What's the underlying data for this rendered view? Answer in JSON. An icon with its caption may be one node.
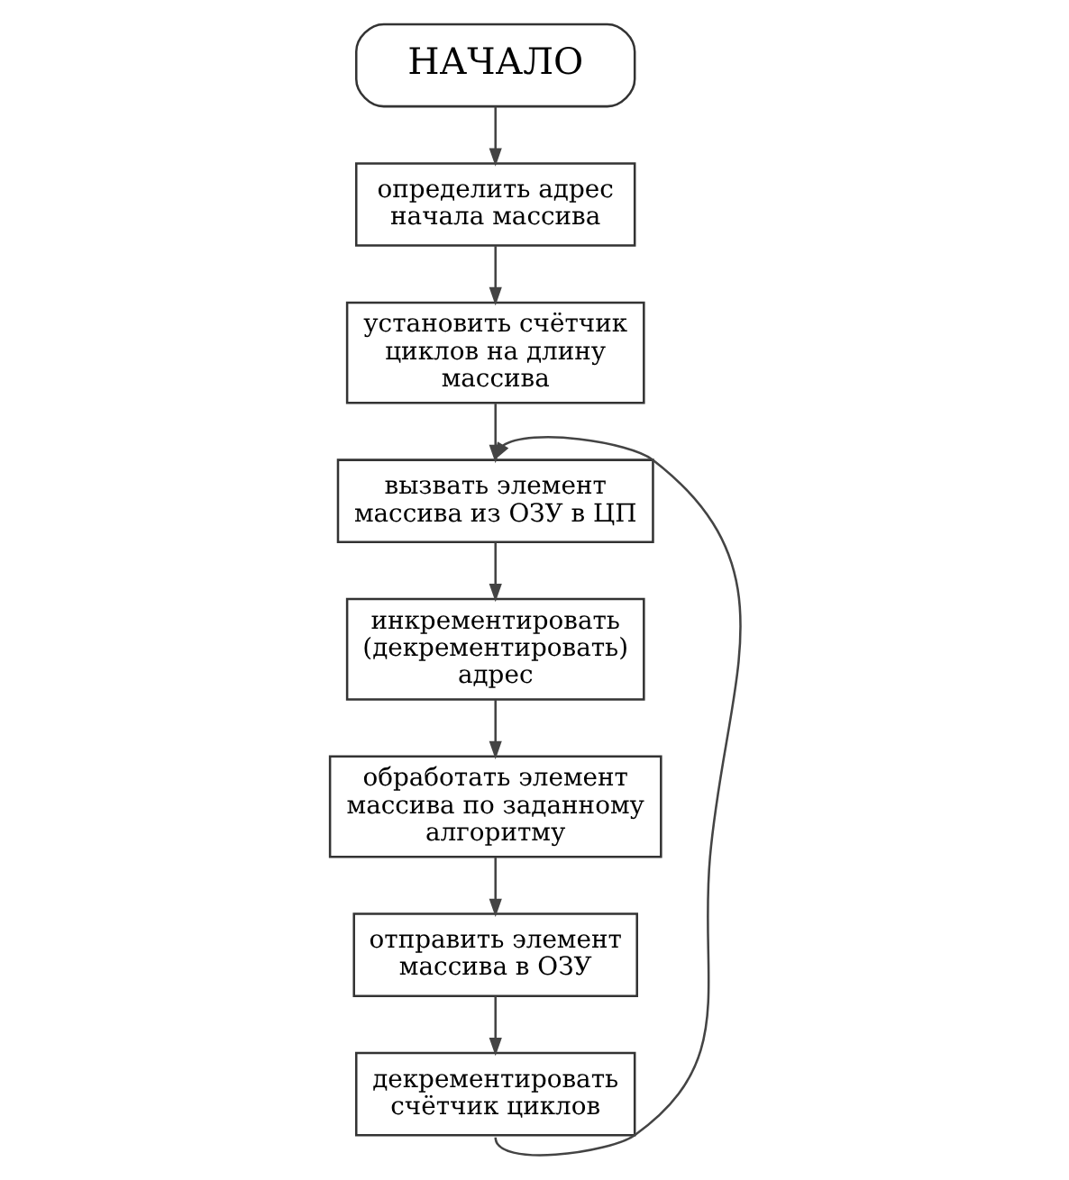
{
  "diagram": {
    "nodes": [
      {
        "text": [
          "НАЧАЛО"
        ]
      },
      {
        "text": [
          "определить адрес начала массива"
        ]
      },
      {
        "text": [
          "установить счётчик циклов на длину массива"
        ]
      },
      {
        "text": [
          "вызвать элемент массива из ОЗУ в ЦП"
        ]
      },
      {
        "text": [
          "инкрементировать (декрементировать) адрес"
        ]
      },
      {
        "text": [
          "обработать элемент массива по заданному алгоритму"
        ]
      },
      {
        "text": [
          "отправить элемент массива в ОЗУ"
        ]
      },
      {
        "text": [
          "декрементировать счётчик циклов"
        ]
      }
    ],
    "edges": [
      {
        "from": 0,
        "to": 1,
        "arrow": "to"
      },
      {
        "from": 1,
        "to": 2,
        "arrow": "to"
      },
      {
        "from": 2,
        "to": 3,
        "arrow": "to"
      },
      {
        "from": 3,
        "to": 4,
        "arrow": "to"
      },
      {
        "from": 4,
        "to": 5,
        "arrow": "to"
      },
      {
        "from": 5,
        "to": 6,
        "arrow": "to"
      },
      {
        "from": 6,
        "to": 7,
        "arrow": "to"
      },
      {
        "from": 7,
        "to": 3,
        "arrow": "to"
      }
    ]
  }
}
